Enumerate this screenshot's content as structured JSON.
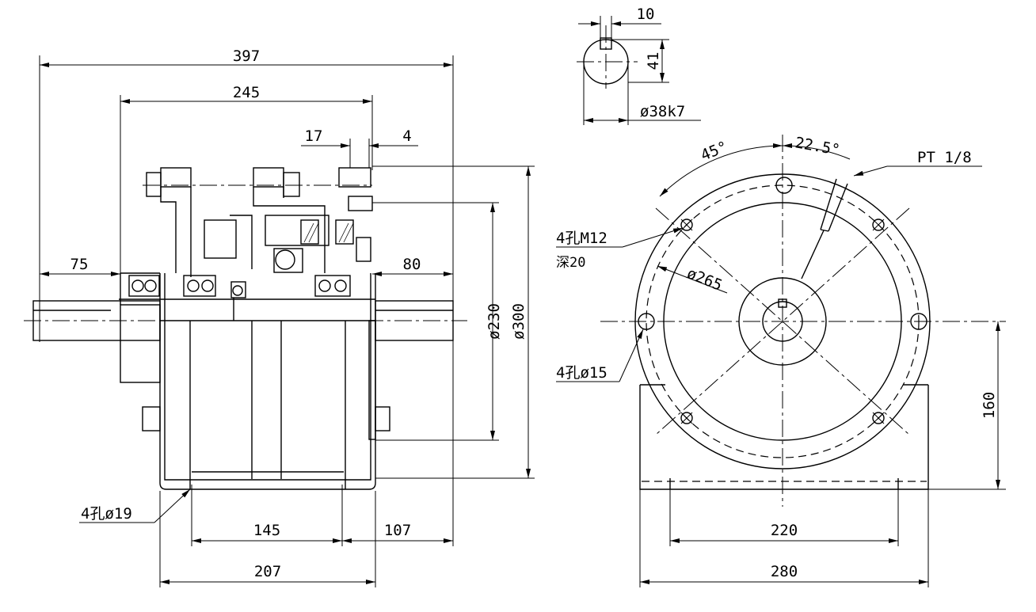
{
  "side_view": {
    "overall_length": "397",
    "housing_length": "245",
    "dim_17": "17",
    "dim_4": "4",
    "shaft_left": "75",
    "shaft_right": "80",
    "dia_230": "ø230",
    "dia_300": "ø300",
    "base_hole_note": "4孔ø19",
    "base_hole_spacing": "145",
    "base_offset": "107",
    "base_width": "207"
  },
  "shaft_detail": {
    "key_width": "10",
    "key_height": "41",
    "shaft_dia": "ø38k7"
  },
  "front_view": {
    "angle_45": "45°",
    "angle_22_5": "22.5°",
    "port_note": "PT 1/8",
    "tapped_hole_note": "4孔M12",
    "tapped_depth": "深20",
    "pcd": "ø265",
    "hole_note": "4孔ø15",
    "center_height": "160",
    "foot_hole_spacing": "220",
    "foot_width": "280"
  }
}
